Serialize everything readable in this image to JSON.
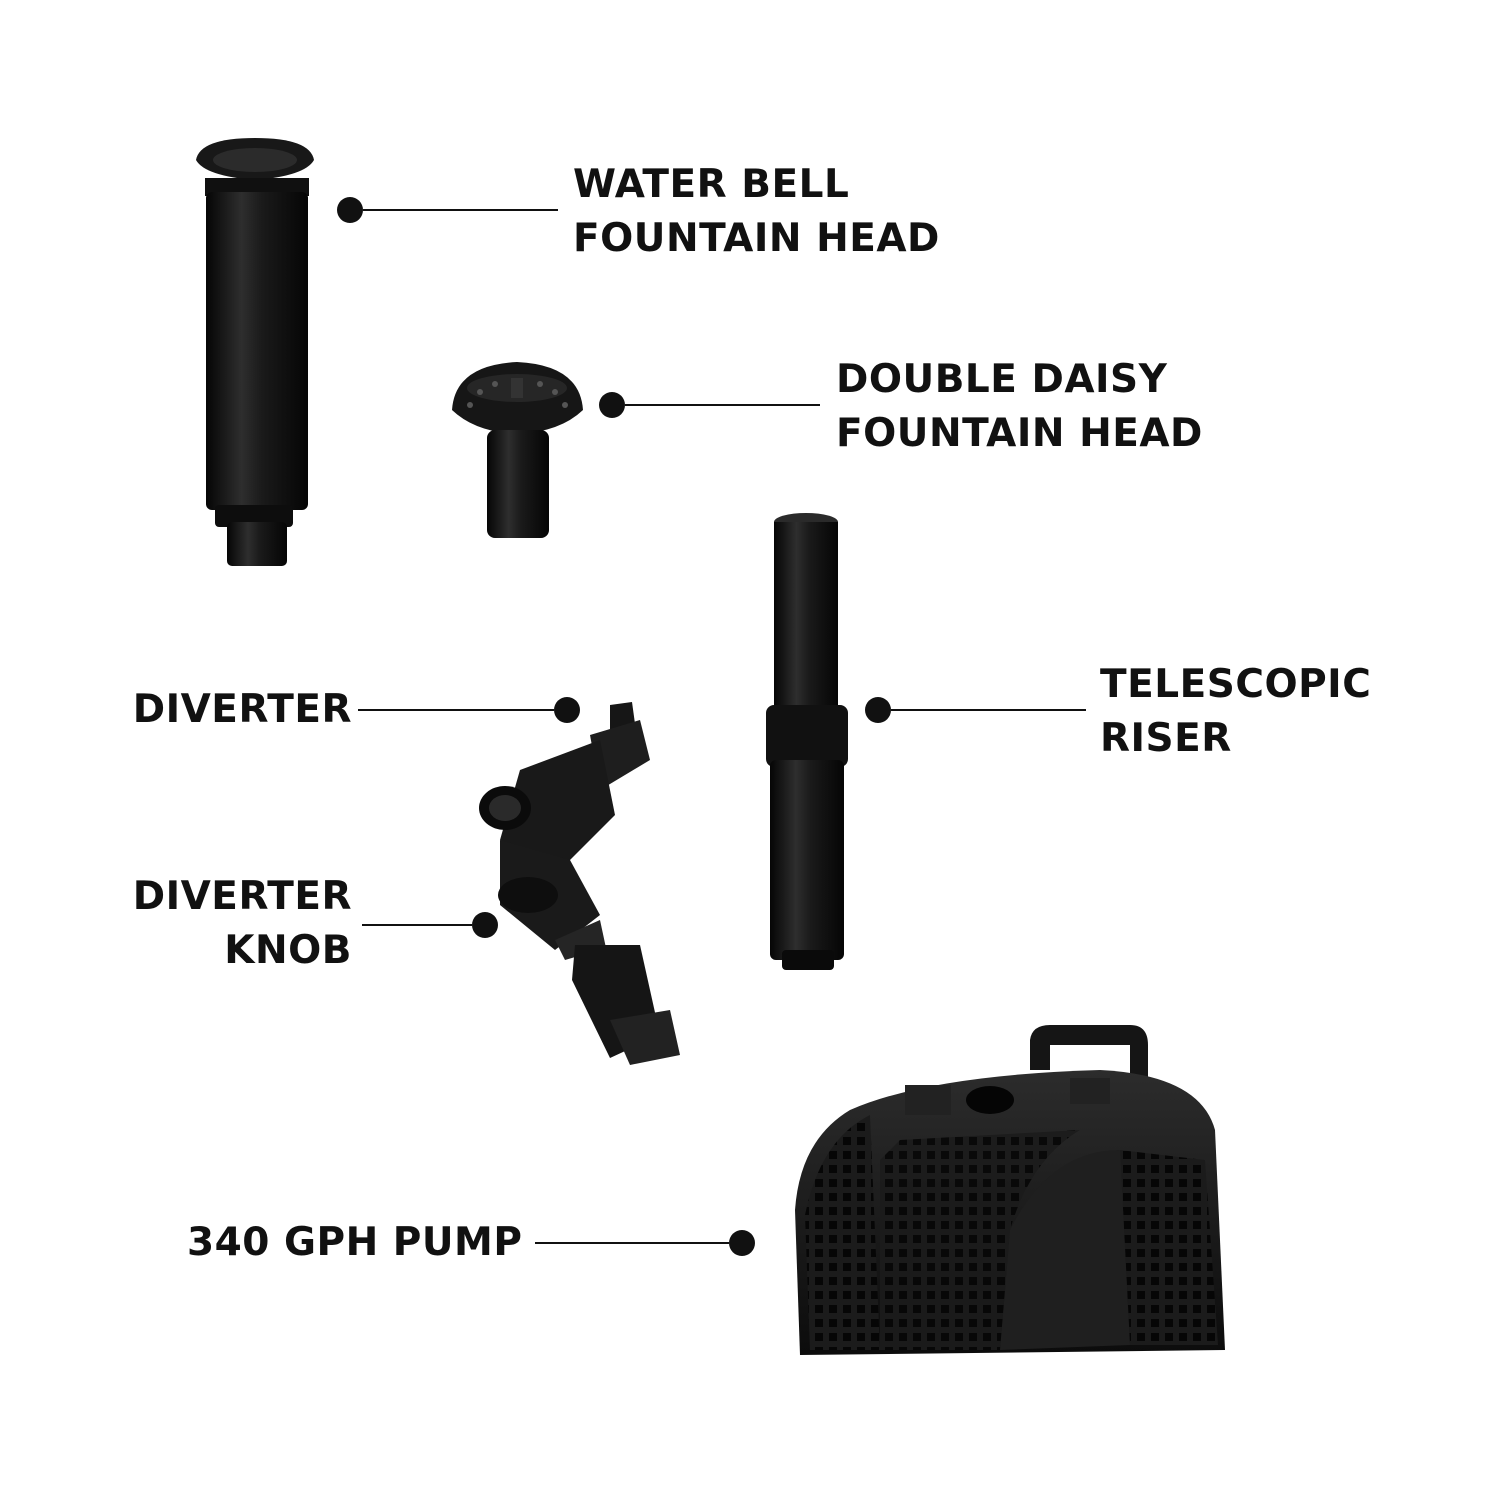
{
  "colors": {
    "background": "#ffffff",
    "text": "#111111",
    "part": "#141414",
    "part_highlight": "#3a3a3a",
    "part_shadow": "#050505",
    "leader": "#111111"
  },
  "parts": [
    {
      "id": "water-bell",
      "lines": [
        "WATER BELL",
        "FOUNTAIN HEAD"
      ]
    },
    {
      "id": "double-daisy",
      "lines": [
        "DOUBLE DAISY",
        "FOUNTAIN HEAD"
      ]
    },
    {
      "id": "telescopic-riser",
      "lines": [
        "TELESCOPIC",
        "RISER"
      ]
    },
    {
      "id": "diverter",
      "lines": [
        "DIVERTER"
      ]
    },
    {
      "id": "diverter-knob",
      "lines": [
        "DIVERTER",
        "KNOB"
      ]
    },
    {
      "id": "pump",
      "lines": [
        "340 GPH PUMP"
      ]
    }
  ]
}
